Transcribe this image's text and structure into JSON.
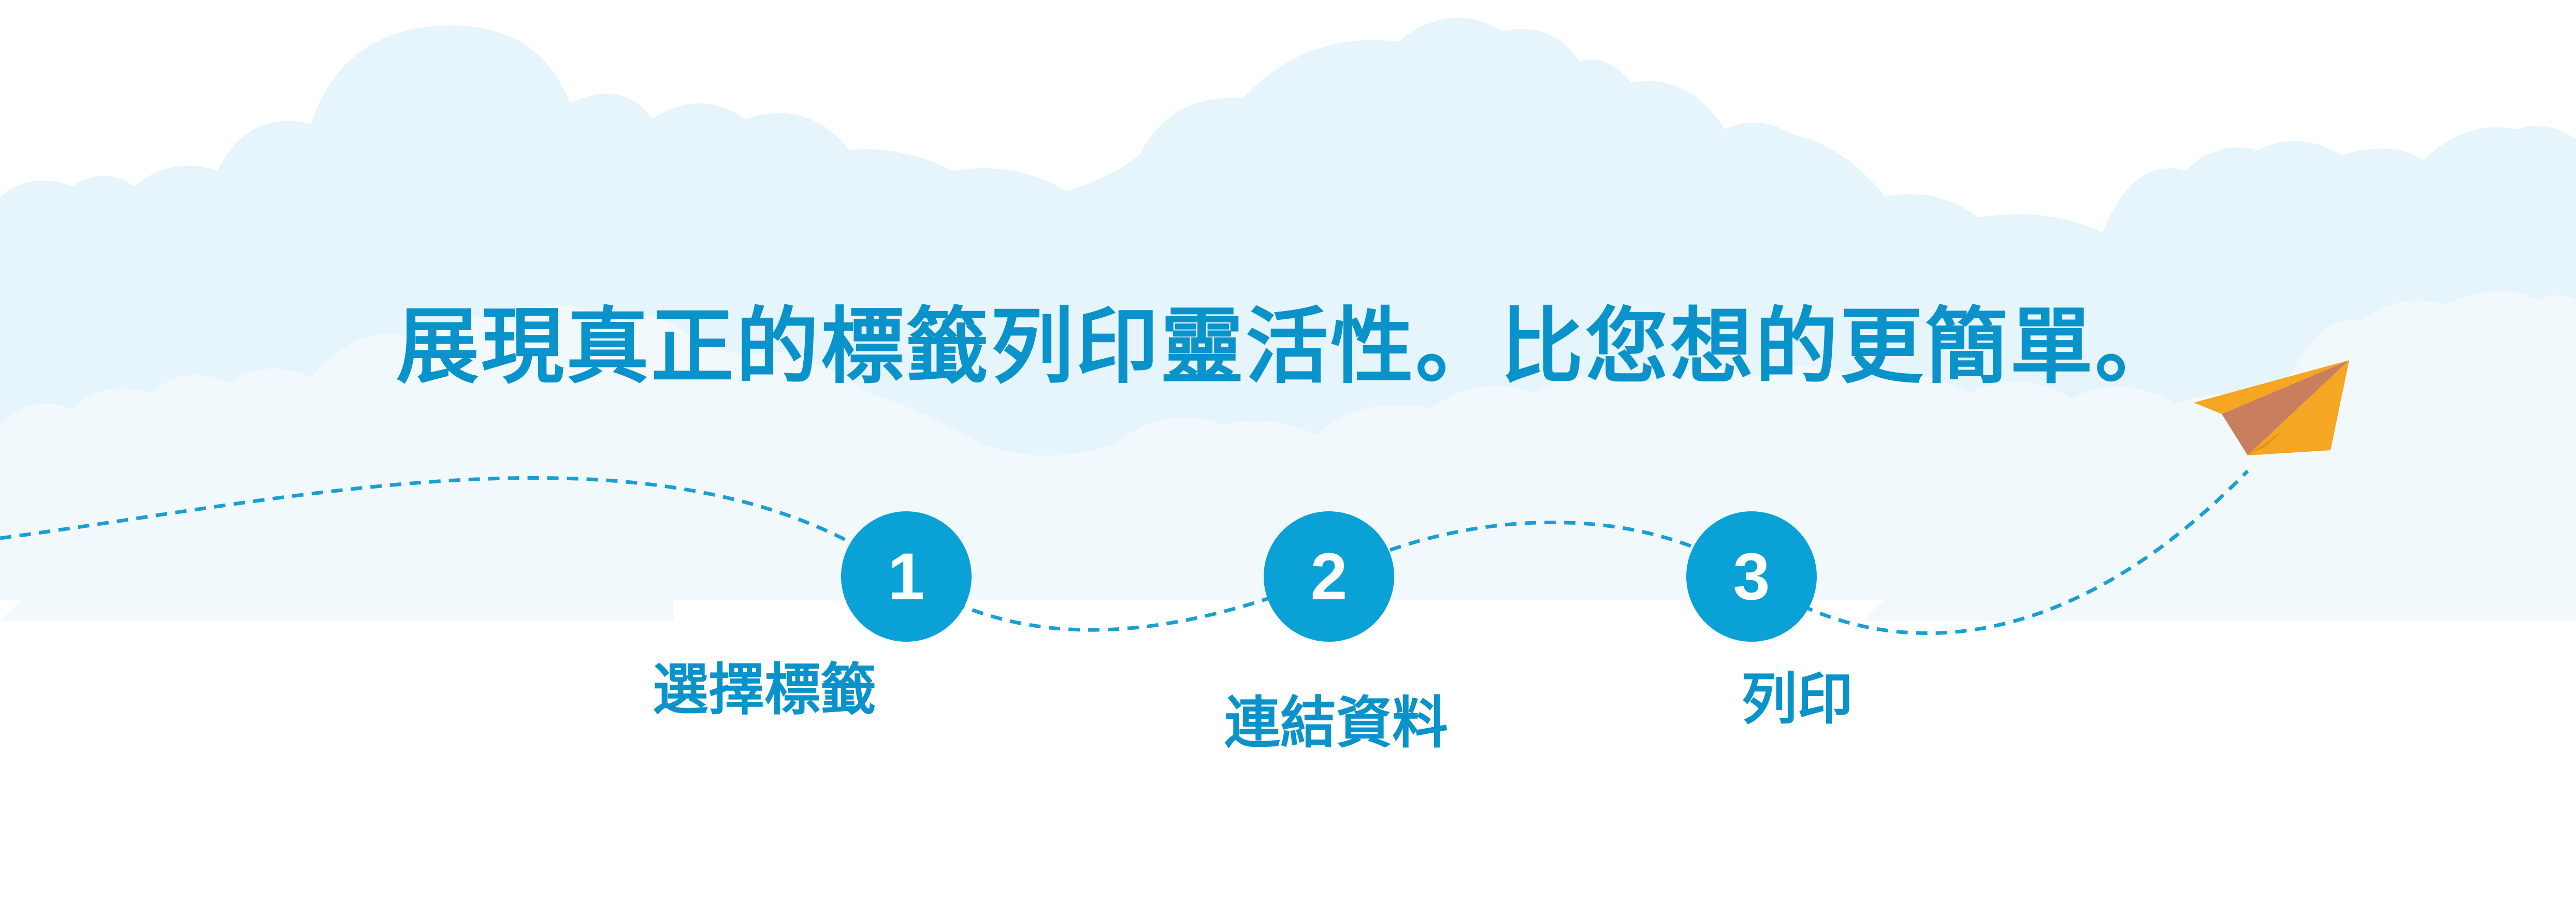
{
  "headline": "展現真正的標籤列印靈活性。比您想的更簡單。",
  "steps": [
    {
      "number": "1",
      "label": "選擇標籤"
    },
    {
      "number": "2",
      "label": "連結資料"
    },
    {
      "number": "3",
      "label": "列印"
    }
  ],
  "colors": {
    "accent": "#0aa2d6",
    "text": "#0a93cb",
    "cloud_back": "#e6f4fb",
    "cloud_front": "#f2f9fd",
    "plane_orange": "#f5a623",
    "plane_shadow": "#c97f5d"
  },
  "icons": [
    "paper-plane-icon"
  ]
}
